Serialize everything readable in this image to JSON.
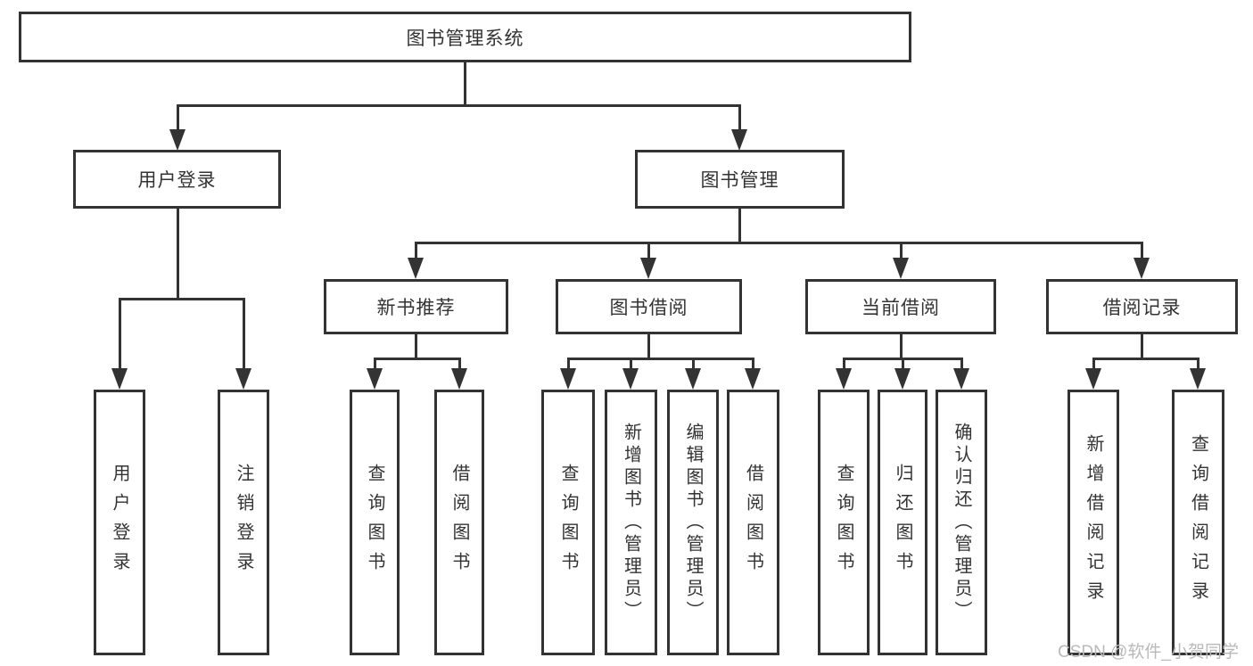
{
  "title": "图书管理系统",
  "colors": {
    "line": "#333333",
    "text": "#333333",
    "watermark": "#b9b9b9",
    "background": "#ffffff"
  },
  "watermark": {
    "text": "CSDN @软件_小贺同学"
  },
  "nodes": {
    "root": "图书管理系统",
    "user_login": "用户登录",
    "book_mgmt": "图书管理",
    "new_book_rec": "新书推荐",
    "book_borrow": "图书借阅",
    "current_borrow": "当前借阅",
    "borrow_records": "借阅记录",
    "leaf_user_login": "用户登录",
    "leaf_logout": "注销登录",
    "leaf_nbr_query": "查询图书",
    "leaf_nbr_borrow": "借阅图书",
    "leaf_bb_query": "查询图书",
    "leaf_bb_add": "新增图书（管理员）",
    "leaf_bb_edit": "编辑图书（管理员）",
    "leaf_bb_borrow": "借阅图书",
    "leaf_cb_query": "查询图书",
    "leaf_cb_return": "归还图书",
    "leaf_cb_confirm": "确认归还（管理员）",
    "leaf_br_add": "新增借阅记录",
    "leaf_br_query": "查询借阅记录"
  },
  "hierarchy": {
    "图书管理系统": {
      "用户登录": [
        "用户登录",
        "注销登录"
      ],
      "图书管理": {
        "新书推荐": [
          "查询图书",
          "借阅图书"
        ],
        "图书借阅": [
          "查询图书",
          "新增图书（管理员）",
          "编辑图书（管理员）",
          "借阅图书"
        ],
        "当前借阅": [
          "查询图书",
          "归还图书",
          "确认归还（管理员）"
        ],
        "借阅记录": [
          "新增借阅记录",
          "查询借阅记录"
        ]
      }
    }
  }
}
